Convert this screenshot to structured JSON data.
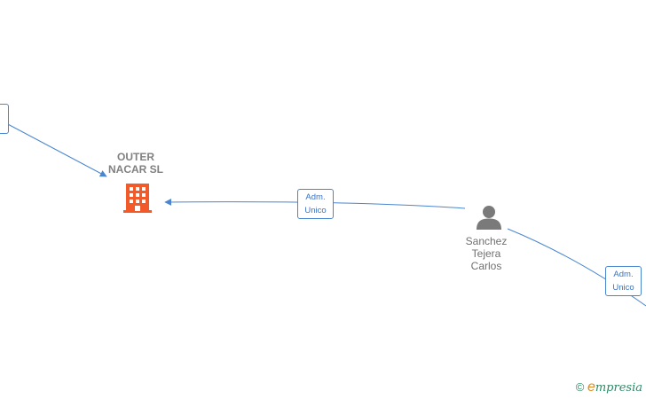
{
  "nodes": {
    "company": {
      "name_line1": "OUTER",
      "name_line2": "NACAR  SL",
      "icon": "building-icon",
      "color": "#f25a2a"
    },
    "person": {
      "name_line1": "Sanchez",
      "name_line2": "Tejera",
      "name_line3": "Carlos",
      "icon": "person-icon",
      "color": "#7a7a7a"
    }
  },
  "edges": {
    "left": {
      "line1": "",
      "line2": ""
    },
    "middle": {
      "line1": "Adm.",
      "line2": "Unico"
    },
    "right": {
      "line1": "Adm.",
      "line2": "Unico"
    }
  },
  "colors": {
    "edge": "#4a86d0"
  },
  "footer": {
    "copyright": "©",
    "brand_initial": "e",
    "brand_rest": "mpresia"
  }
}
